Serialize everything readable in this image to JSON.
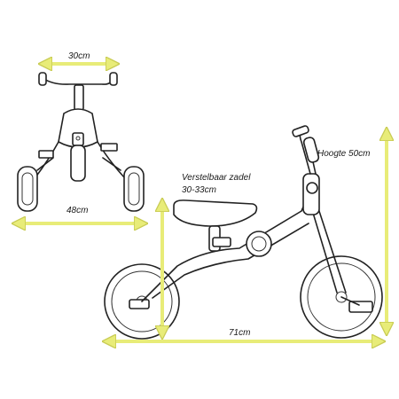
{
  "dimensions": {
    "handlebar_width": "30cm",
    "rear_width": "48cm",
    "seat_label_line1": "Verstelbaar zadel",
    "seat_label_line2": "30-33cm",
    "height_label": "Hoogte 50cm",
    "length_label": "71cm"
  },
  "colors": {
    "arrow": "#e8ec78",
    "arrow_edge": "#c9cc55",
    "outline": "#222222"
  }
}
